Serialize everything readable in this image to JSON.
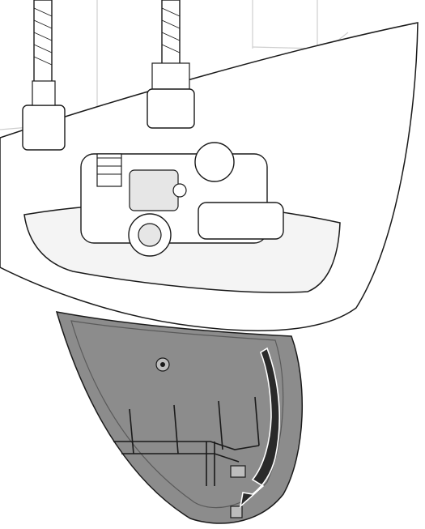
{
  "figure": {
    "kind": "installation-step-illustration",
    "text_labels": [],
    "palette": {
      "line": "#1a1a1a",
      "panel_fill": "#8c8c8c",
      "panel_dark": "#5a5a5a",
      "arrow_fill": "#2a2a2a",
      "tile_line": "#cfcfcf",
      "body_fill": "#ffffff"
    },
    "icons": [
      "wall-tiles",
      "braided-hoses",
      "compression-nuts",
      "valve-block",
      "cover-panel",
      "rotation-arrow"
    ]
  }
}
